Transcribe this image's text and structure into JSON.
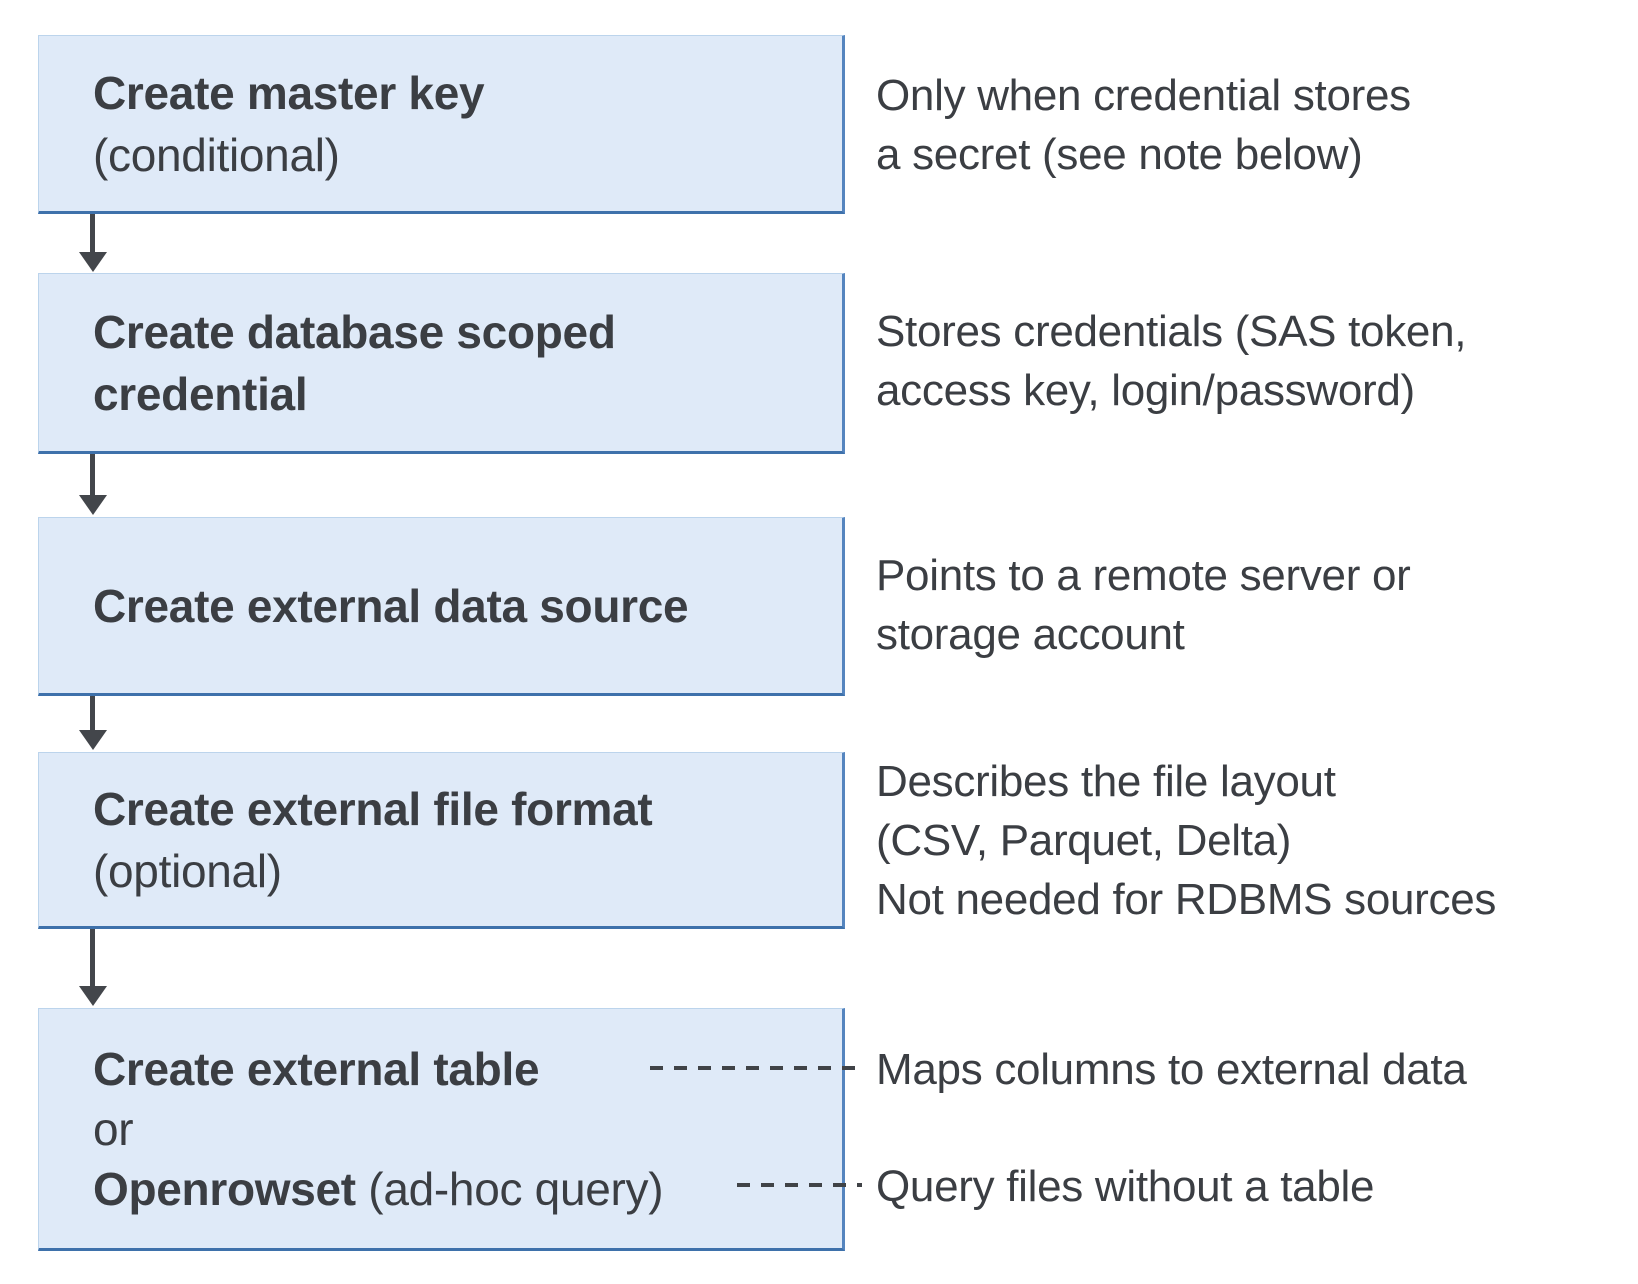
{
  "colors": {
    "box_fill": "#dfeaf8",
    "box_border_light": "#bcd4ec",
    "box_border": "#5585bf",
    "box_border_bottom": "#3e71ab",
    "arrow": "#43464b",
    "connector": "#404347",
    "text": "#3b3e43",
    "background": "#ffffff"
  },
  "flow": {
    "steps": [
      {
        "title": "Create master key",
        "qualifier": "(conditional)",
        "note_lines": [
          "Only when credential stores",
          "a secret (see note below)"
        ]
      },
      {
        "title": "Create database scoped credential",
        "note_lines": [
          "Stores credentials (SAS token,",
          "access key, login/password)"
        ]
      },
      {
        "title": "Create external data source",
        "note_lines": [
          "Points to a remote server or",
          "storage account"
        ]
      },
      {
        "title": "Create external file format",
        "qualifier": "(optional)",
        "note_lines": [
          "Describes the file layout",
          "(CSV, Parquet, Delta)",
          "Not needed for RDBMS sources"
        ]
      },
      {
        "title": "Create external table",
        "or_label": "or",
        "alt_title": "Openrowset",
        "alt_qualifier": " (ad-hoc query)",
        "note_table": "Maps columns to external data",
        "note_openrowset": "Query files without a table"
      }
    ]
  }
}
